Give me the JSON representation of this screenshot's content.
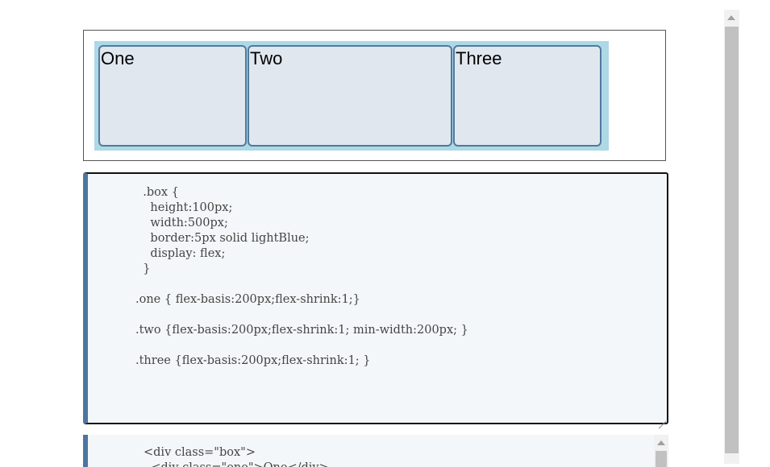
{
  "demo": {
    "items": [
      {
        "label": "One"
      },
      {
        "label": "Two"
      },
      {
        "label": "Three"
      }
    ]
  },
  "css_editor": {
    "code": "  .box {\n    height:100px;\n    width:500px;\n    border:5px solid lightBlue;\n    display: flex;\n  }\n\n.one { flex-basis:200px;flex-shrink:1;}\n\n.two {flex-basis:200px;flex-shrink:1; min-width:200px; }\n\n.three {flex-basis:200px;flex-shrink:1; }"
  },
  "html_preview": {
    "code": "<div class=\"box\">\n  <div class=\"one\">One</div>"
  },
  "colors": {
    "flex_container_border": "#add8e6",
    "flex_item_bg": "#e1e7ef",
    "flex_item_border": "#4f7a9c",
    "editor_accent": "#4b76a0",
    "editor_bg": "#f4f7f9"
  }
}
